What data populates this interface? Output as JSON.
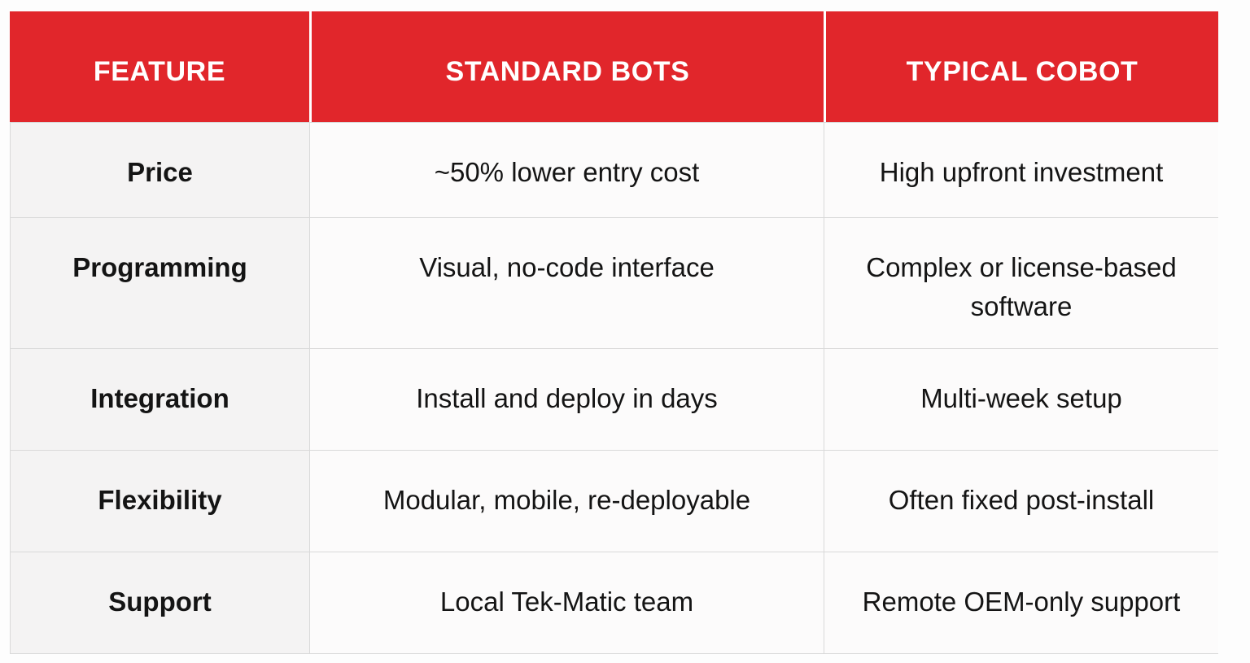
{
  "chart_data": {
    "type": "table",
    "columns": [
      "FEATURE",
      "STANDARD BOTS",
      "TYPICAL COBOT"
    ],
    "rows": [
      [
        "Price",
        "~50% lower entry cost",
        "High upfront investment"
      ],
      [
        "Programming",
        "Visual, no-code interface",
        "Complex or license-based software"
      ],
      [
        "Integration",
        "Install and deploy in days",
        "Multi-week setup"
      ],
      [
        "Flexibility",
        "Modular, mobile, re-deployable",
        "Often fixed post-install"
      ],
      [
        "Support",
        "Local Tek-Matic team",
        "Remote OEM-only support"
      ]
    ],
    "layout": {
      "header_position": "top",
      "grid": "on",
      "feature_column_emphasis": "bold"
    },
    "colors": {
      "header_bg": "#e1262b",
      "header_text": "#ffffff",
      "feature_col_bg": "#f4f3f3",
      "cell_bg": "#fcfbfb",
      "border": "#d9d9d9",
      "text": "#141414"
    }
  }
}
